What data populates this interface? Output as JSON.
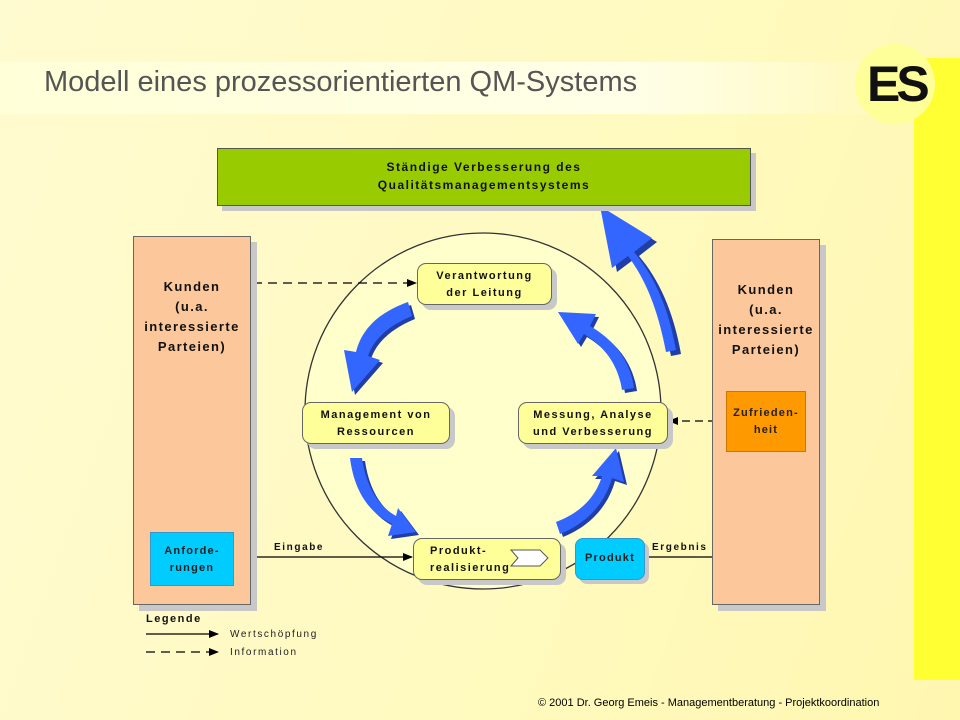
{
  "slide": {
    "title": "Modell eines prozessorientierten QM-Systems",
    "logo_text": "ES",
    "footer": "© 2001 Dr. Georg Emeis - Managementberatung - Projektkoordination"
  },
  "colors": {
    "improvement_box": "#99cc00",
    "customer_column": "#fcc89b",
    "process_box": "#ffff99",
    "requirements_box": "#00ccff",
    "satisfaction_box": "#ff9900",
    "arrow_blue": "#3366ff"
  },
  "improvement": {
    "line1": "Ständige Verbesserung des",
    "line2": "Qualitätsmanagementsystems"
  },
  "customer_left": {
    "line1": "Kunden",
    "line2": "(u.a.",
    "line3": "interessierte",
    "line4": "Parteien)"
  },
  "customer_right": {
    "line1": "Kunden",
    "line2": "(u.a.",
    "line3": "interessierte",
    "line4": "Parteien)"
  },
  "requirements": {
    "line1": "Anforde-",
    "line2": "rungen"
  },
  "satisfaction": {
    "line1": "Zufrieden-",
    "line2": "heit"
  },
  "processes": {
    "leadership": {
      "line1": "Verantwortung",
      "line2": "der Leitung"
    },
    "resources": {
      "line1": "Management von",
      "line2": "Ressourcen"
    },
    "measurement": {
      "line1": "Messung, Analyse",
      "line2": "und Verbesserung"
    },
    "realization": {
      "line1": "Produkt-",
      "line2": "realisierung"
    }
  },
  "product": "Produkt",
  "flow_labels": {
    "input": "Eingabe",
    "output": "Ergebnis"
  },
  "legend": {
    "title": "Legende",
    "value_added": "Wertschöpfung",
    "information": "Information"
  }
}
